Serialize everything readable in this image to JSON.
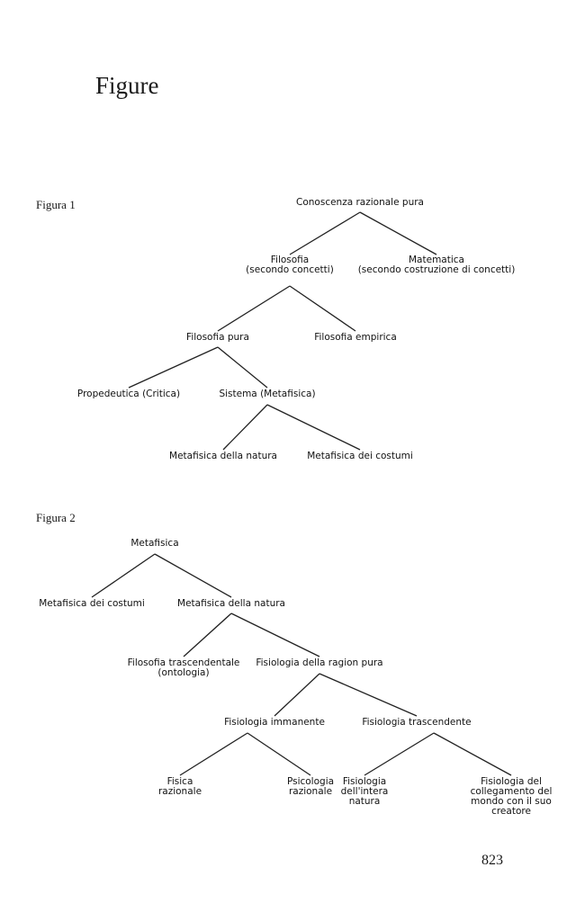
{
  "section_title": "Figure",
  "page_number": "823",
  "figure1": {
    "label": "Figura 1",
    "nodes": {
      "root": [
        "Conoscenza razionale pura"
      ],
      "filosofia": [
        "Filosofia",
        "(secondo concetti)"
      ],
      "matematica": [
        "Matematica",
        "(secondo costruzione di concetti)"
      ],
      "filosofia_pura": [
        "Filosofia pura"
      ],
      "filosofia_empirica": [
        "Filosofia empirica"
      ],
      "propedeutica": [
        "Propedeutica (Critica)"
      ],
      "sistema": [
        "Sistema (Metafisica)"
      ],
      "metafisica_natura": [
        "Metafisica della natura"
      ],
      "metafisica_costumi": [
        "Metafisica dei costumi"
      ]
    }
  },
  "figure2": {
    "label": "Figura 2",
    "nodes": {
      "root": [
        "Metafisica"
      ],
      "costumi": [
        "Metafisica dei costumi"
      ],
      "natura": [
        "Metafisica della natura"
      ],
      "trascendentale": [
        "Filosofia trascendentale",
        "(ontologia)"
      ],
      "fisiologia": [
        "Fisiologia della ragion pura"
      ],
      "immanente": [
        "Fisiologia immanente"
      ],
      "trascendente": [
        "Fisiologia trascendente"
      ],
      "fisica": [
        "Fisica",
        "razionale"
      ],
      "psicologia": [
        "Psicologia",
        "razionale"
      ],
      "intera": [
        "Fisiologia",
        "dell'intera",
        "natura"
      ],
      "collegamento": [
        "Fisiologia del",
        "collegamento del",
        "mondo con il suo",
        "creatore"
      ]
    }
  }
}
